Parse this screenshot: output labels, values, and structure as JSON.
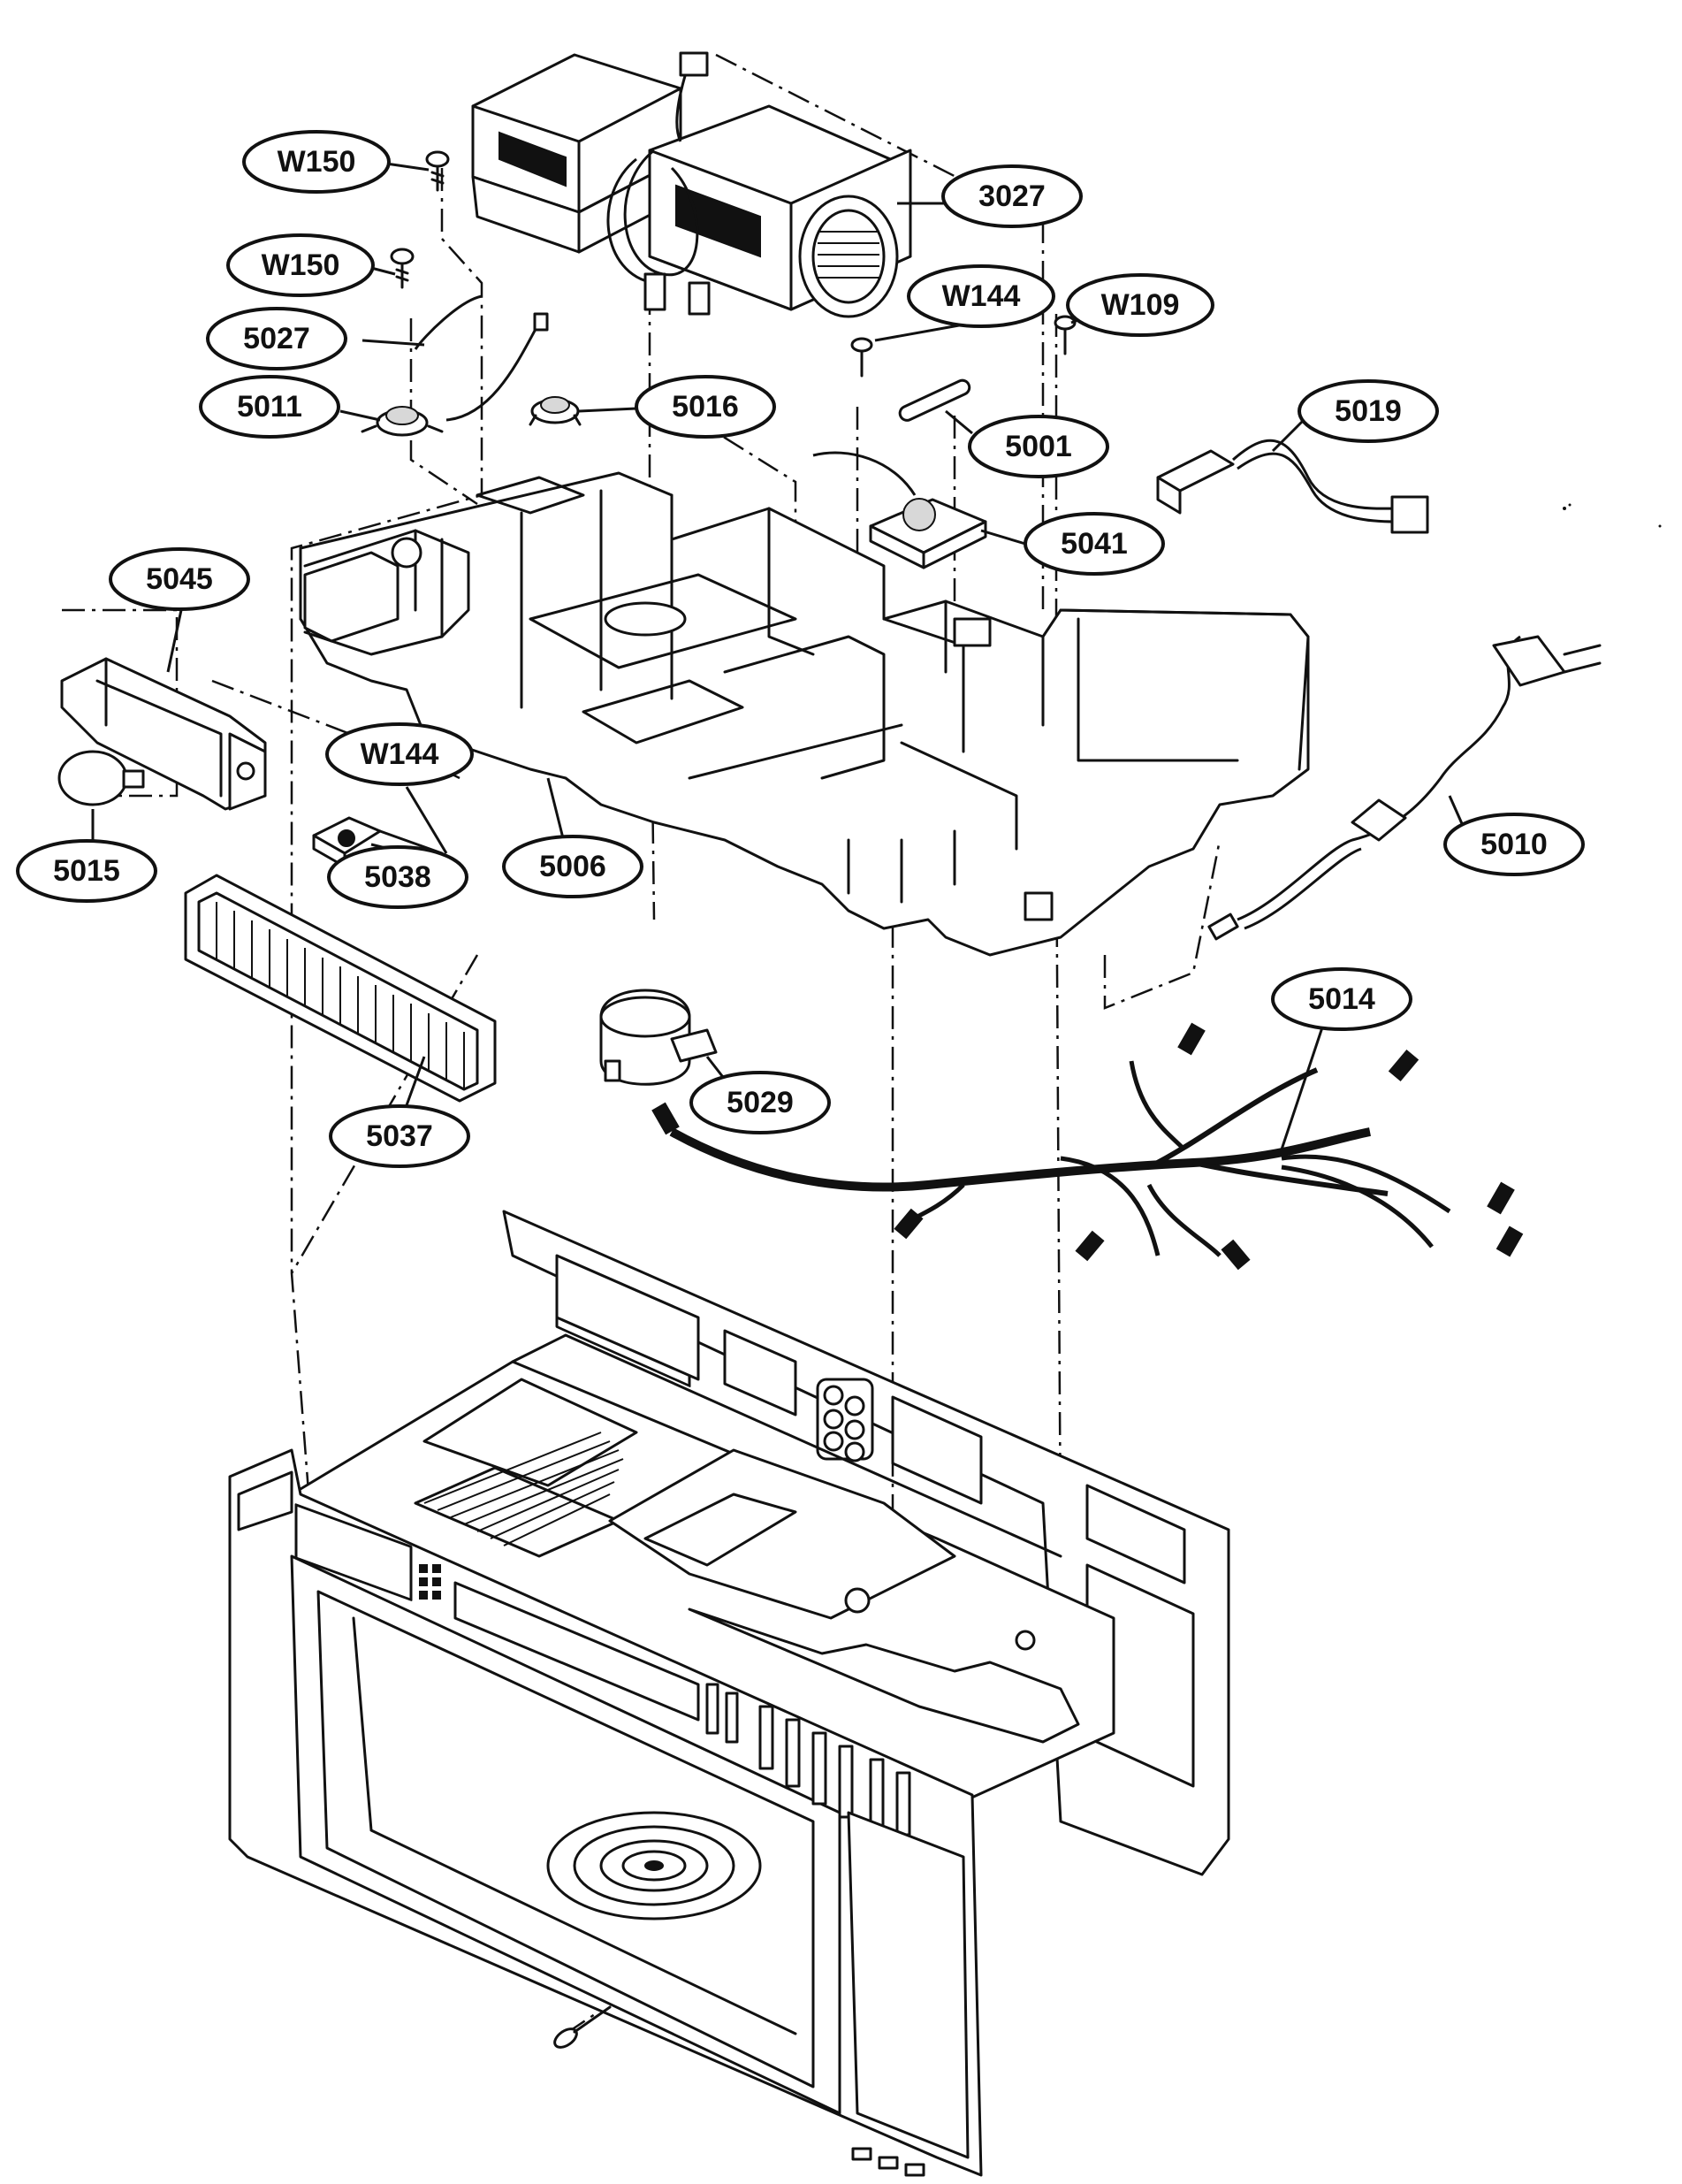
{
  "callouts": [
    {
      "id": "W150",
      "label": "W150"
    },
    {
      "id": "W150b",
      "label": "W150"
    },
    {
      "id": "3027",
      "label": "3027"
    },
    {
      "id": "5027",
      "label": "5027"
    },
    {
      "id": "5011",
      "label": "5011"
    },
    {
      "id": "5016",
      "label": "5016"
    },
    {
      "id": "W144",
      "label": "W144"
    },
    {
      "id": "W109",
      "label": "W109"
    },
    {
      "id": "5001",
      "label": "5001"
    },
    {
      "id": "5019",
      "label": "5019"
    },
    {
      "id": "5041",
      "label": "5041"
    },
    {
      "id": "5045",
      "label": "5045"
    },
    {
      "id": "W144b",
      "label": "W144"
    },
    {
      "id": "5015",
      "label": "5015"
    },
    {
      "id": "5038",
      "label": "5038"
    },
    {
      "id": "5006",
      "label": "5006"
    },
    {
      "id": "5010",
      "label": "5010"
    },
    {
      "id": "5014",
      "label": "5014"
    },
    {
      "id": "5029",
      "label": "5029"
    },
    {
      "id": "5037",
      "label": "5037"
    }
  ],
  "colors": {
    "ink": "#111111",
    "paper": "#ffffff"
  }
}
